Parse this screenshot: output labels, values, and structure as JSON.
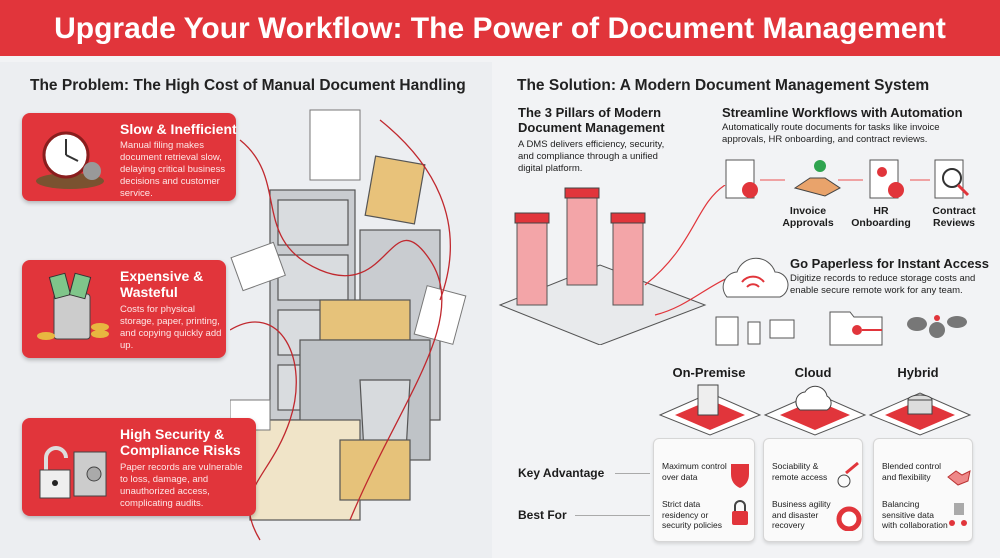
{
  "title": "Upgrade Your Workflow: The Power of Document Management",
  "problem": {
    "heading": "The Problem: The High Cost of Manual Document Handling",
    "cards": [
      {
        "title": "Slow & Inefficient",
        "desc": "Manual filing makes document retrieval slow, delaying critical business decisions and customer service.",
        "icon": "melting-clock-icon"
      },
      {
        "title": "Expensive & Wasteful",
        "desc": "Costs for physical storage, paper, printing, and copying quickly add up.",
        "icon": "money-trash-icon"
      },
      {
        "title": "High Security & Compliance Risks",
        "desc": "Paper records are vulnerable to loss, damage, and unauthorized access, complicating audits.",
        "icon": "broken-lock-safe-icon"
      }
    ]
  },
  "solution": {
    "heading": "The Solution: A Modern Document Management System",
    "pillars": {
      "title": "The 3 Pillars of Modern Document Management",
      "desc": "A DMS delivers efficiency, security, and compliance through a unified digital platform."
    },
    "workflow": {
      "title": "Streamline Workflows with Automation",
      "desc": "Automatically route documents for tasks like invoice approvals, HR onboarding, and contract reviews.",
      "steps": [
        "Invoice Approvals",
        "HR Onboarding",
        "Contract Reviews"
      ]
    },
    "paperless": {
      "title": "Go Paperless for Instant Access",
      "desc": "Digitize records to reduce storage costs and enable secure remote work for any team."
    },
    "deployment": {
      "options": [
        "On-Premise",
        "Cloud",
        "Hybrid"
      ],
      "row_labels": [
        "Key Advantage",
        "Best For"
      ],
      "key_advantage": [
        "Maximum control over data",
        "Sociability & remote access",
        "Blended control and flexibility"
      ],
      "best_for": [
        "Strict data residency or security policies",
        "Business agility and disaster recovery",
        "Balancing sensitive data with collaboration"
      ]
    }
  },
  "colors": {
    "accent": "#e1353b",
    "background": "#f2f3f5"
  }
}
